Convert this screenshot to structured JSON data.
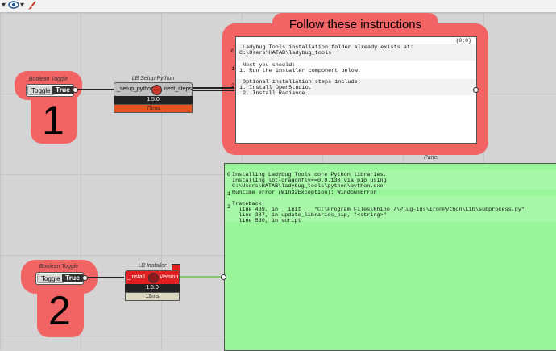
{
  "toolbar": {
    "icons": [
      "dropdown-arrow-icon",
      "eye-icon",
      "paint-brush-icon"
    ],
    "arrow_glyph": "▾"
  },
  "annotations": {
    "top_banner": "Follow these instructions",
    "step_one": "1",
    "step_two": "2"
  },
  "toggle1": {
    "title": "Boolean Toggle",
    "label": "Toggle",
    "value": "True"
  },
  "toggle2": {
    "title": "Boolean Toggle",
    "label": "Toggle",
    "value": "True"
  },
  "setup_python": {
    "title": "LB Setup Python",
    "input": "_setup_python",
    "output": "next_steps",
    "version": "1.5.0",
    "time": "75ms"
  },
  "installer": {
    "title": "LB Installer",
    "input": "_install",
    "output": "Version",
    "version": "1.5.0",
    "time": "12ms"
  },
  "panel1": {
    "title": "Panel",
    "index": "{0;0}",
    "lines": [
      "Ladybug Tools installation folder already exists at:",
      "C:\\Users\\HATAB\\ladybug_tools",
      "",
      "Next you should:",
      "1. Run the installer component below.",
      "",
      "Optional installation steps include:",
      "1. Install OpenStudio.",
      "2. Install Radiance."
    ],
    "numbers": [
      "0",
      "1",
      "2"
    ]
  },
  "panel2": {
    "title": "Panel",
    "lines": [
      "Installing Ladybug Tools core Python libraries.",
      "Installing lbt-dragonfly==0.9.130 via pip using",
      "C:\\Users\\HATAB\\ladybug_tools\\python\\python.exe",
      "Runtime error (Win32Exception): WindowsError",
      "",
      "Traceback:",
      "  line 439, in __init__, \"C:\\Program Files\\Rhino 7\\Plug-ins\\IronPython\\Lib\\subprocess.py\"",
      "  line 387, in update_libraries_pip, \"<string>\"",
      "  line 530, in script"
    ],
    "numbers": [
      "0",
      "1",
      "2"
    ]
  },
  "colors": {
    "highlight": "#f26364",
    "panel_green": "#98f59a",
    "panel_white": "#ffffff",
    "time_orange": "#e8541e",
    "node_gray": "#bfbfbf",
    "node_red": "#e02020"
  }
}
